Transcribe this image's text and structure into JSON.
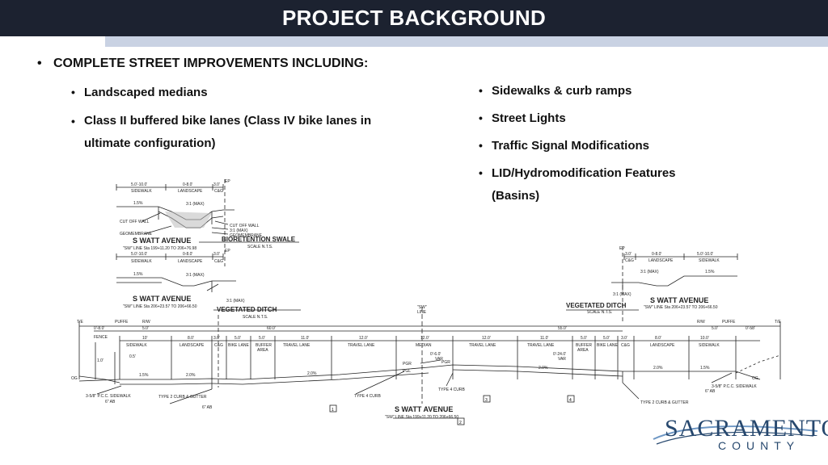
{
  "header": {
    "title": "PROJECT BACKGROUND"
  },
  "bullets": {
    "main": "COMPLETE STREET IMPROVEMENTS INCLUDING:",
    "left": [
      "Landscaped medians",
      "Class II buffered bike lanes (Class IV bike lanes in",
      "ultimate configuration)"
    ],
    "right": [
      "Sidewalks & curb ramps",
      "Street Lights",
      "Traffic Signal Modifications",
      "LID/Hydromodification Features",
      "(Basins)"
    ]
  },
  "drawing": {
    "swale": {
      "dims": [
        "5.0'-10.0'",
        "0-8.0'",
        "3.0'"
      ],
      "labels": [
        "SIDEWALK",
        "LANDSCAPE",
        "C&G"
      ],
      "slope": "1.5%",
      "max": "3:1 (MAX)",
      "cutoff_left": "CUT OFF WALL",
      "geomembrane_left": "GEOMEMBRANE",
      "cutoff_right": "CUT OFF WALL",
      "max_right": "3:1 (MAX)",
      "geomembrane_right": "GEOMEMBRANE",
      "street": "S WATT AVENUE",
      "line": "\"SW\" LINE Sta 199+11.20 TO 206+76.98",
      "name": "BIORETENTION SWALE",
      "scale": "SCALE N.T.S.",
      "ep": "EP"
    },
    "ditch_left": {
      "dims": [
        "5.0'-10.0'",
        "0-8.0'",
        "3.0'"
      ],
      "labels": [
        "SIDEWALK",
        "LANDSCAPE",
        "C&G"
      ],
      "slope": "1.5%",
      "max": "3:1 (MAX)",
      "max_bottom": "3:1 (MAX)",
      "street": "S WATT AVENUE",
      "line": "\"SW\" LINE Sta 206+23.57 TO 206+66.50",
      "name": "VEGETATED DITCH",
      "scale": "SCALE N.T.S.",
      "ep": "EP"
    },
    "ditch_right": {
      "dims": [
        "3.0'",
        "0-8.0'",
        "5.0'-10.0'"
      ],
      "labels": [
        "C&G",
        "LANDSCAPE",
        "SIDEWALK"
      ],
      "slope": "1.5%",
      "max": "3:1 (MAX)",
      "max_bottom": "3:1 (MAX)",
      "street": "S WATT AVENUE",
      "line": "\"SW\" LINE Sta 206+23.57 TO 206+66.50",
      "name": "VEGETATED DITCH",
      "scale": "SCALE N.T.S.",
      "ep": "EP"
    },
    "section": {
      "tie_left": "T/E",
      "tie_right": "T/E",
      "puffe_left": "PUFFE",
      "puffe_right": "PUFFE",
      "row_left": "R/W",
      "row_right": "R/W",
      "side_left": "0'-8.0'",
      "side_right": "0'-58'",
      "dim5_left": "5.0'",
      "dim5_right": "5.0'",
      "total_left": "60.0'",
      "total_right": "55.0'",
      "sw_line": "\"SW\"",
      "sw_line2": "LINE",
      "fence": "FENCE",
      "dims_left": [
        "10'",
        "8.0'",
        "3.0'",
        "5.0'",
        "5.0'",
        "11.0'",
        "12.0'",
        "12.0'"
      ],
      "labels_left": [
        "SIDEWALK",
        "LANDSCAPE",
        "C&G",
        "BIKE LANE",
        "BUFFER",
        "TRAVEL LANE",
        "TRAVEL LANE",
        "MEDIAN"
      ],
      "area_left": "AREA",
      "dims_right": [
        "12.0'",
        "11.0'",
        "5.0'",
        "5.0'",
        "3.0'",
        "8.0'",
        "10.0'"
      ],
      "labels_right": [
        "TRAVEL LANE",
        "TRAVEL LANE",
        "BUFFER",
        "BIKE LANE",
        "C&G",
        "LANDSCAPE",
        "SIDEWALK"
      ],
      "area_right": "AREA",
      "median_range": "0'-6.0'",
      "median_var": "VAR",
      "lane_range": "0'-24.0'",
      "lane_var": "VAR",
      "slopes": [
        "1.5%",
        "2.0%",
        "2.0%",
        "2.0%",
        "2.0%",
        "1.5%"
      ],
      "og": "OG",
      "og_right": "OG",
      "dim_1": "1.0'",
      "dim_05": "0.5'",
      "pgr": "PGR",
      "pgl": "PGL",
      "pgr_right": "PGR",
      "pcc_left": "3-5/8\" P.C.C. SIDEWALK",
      "pcc_right": "3-5/8\" P.C.C. SIDEWALK",
      "ab_left": "6\" AB",
      "ab_right": "6\" AB",
      "ab_left2": "6\" AB",
      "curb_left": "TYPE 2 CURB & GUTTER",
      "curb_right": "TYPE 2 CURB & GUTTER",
      "type4_a": "TYPE 4 CURB",
      "type4_b": "TYPE 4 CURB",
      "street": "S WATT AVENUE",
      "line": "\"SW\" LINE Sta 199+11.20 TO 206+66.50",
      "callout_1": "1",
      "callout_2": "2",
      "callout_3": "3",
      "callout_4": "4"
    }
  },
  "logo": {
    "top": "SACRAMENTO",
    "bottom": "COUNTY",
    "accent": "#27486e",
    "swoosh": "#6e97c4"
  },
  "colors": {
    "header_bg": "#1c2230",
    "header_accent": "#c9d2e3"
  }
}
